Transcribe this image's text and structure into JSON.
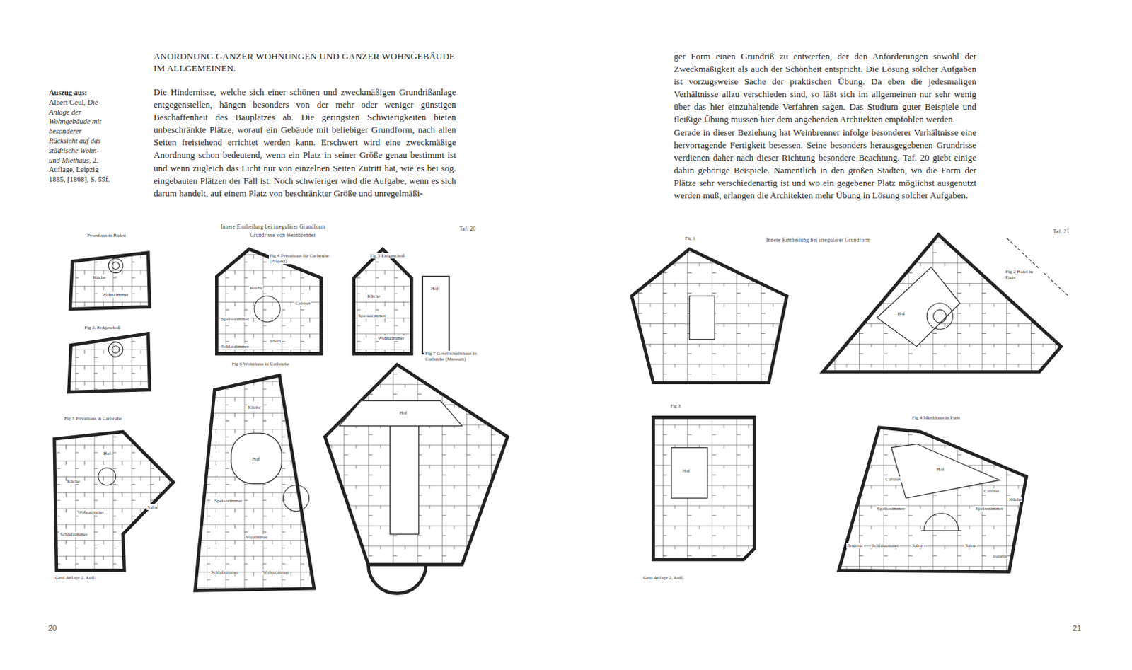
{
  "diagram": {
    "title": "ANORDNUNG GANZER WOHNUNGEN UND GANZER WOHNGEBÄUDE IM ALLGEMEINEN.",
    "labels": [
      "Auszug aus:",
      "Albert Geul,",
      "Die Anlage der Wohngebäude mit besonderer Rücksicht auf das städtische Wohn- und Miethaus",
      ", 2. Auflage, Leipzig 1885, [1868], S. 59f.",
      "Die Hindernisse, welche sich einer schönen und zweckmäßigen Grundrißanlage entgegenstellen, hängen besonders von der mehr oder weniger günstigen Beschaffenheit des Bauplatzes ab. Die geringsten Schwierigkeiten bieten unbeschränkte Plätze, worauf ein Gebäude mit beliebiger Grundform, nach allen Seiten freistehend errichtet werden kann. Erschwert wird eine zweckmäßige Anordnung schon bedeutend, wenn ein Platz in seiner Größe genau bestimmt ist und wenn zugleich das Licht nur von einzelnen Seiten Zutritt hat, wie es bei sog. eingebauten Plätzen der Fall ist. Noch schwieriger wird die Aufgabe, wenn es sich darum handelt, auf einem Platz von beschränkter Größe und unregelmäßi-",
      "ger Form einen Grundriß zu entwerfen, der den Anforderungen sowohl der Zweckmäßigkeit als auch der Schönheit entspricht. Die Lösung solcher Aufgaben ist vorzugsweise Sache der praktischen Übung. Da eben die jedesmaligen Verhältnisse allzu verschieden sind, so läßt sich im allgemeinen nur sehr wenig über das hier einzuhaltende Verfahren sagen. Das Studium guter Beispiele und fleißige Übung müssen hier dem angehenden Architekten empfohlen werden.",
      "Gerade in dieser Beziehung hat Weinbrenner infolge besonderer Verhältnisse eine hervorragende Fertigkeit besessen. Seine besonders herausgegebenen Grundrisse verdienen daher nach dieser Richtung besondere Beachtung. Taf. 20 giebt einige dahin gehörige Beispiele. Namentlich in den großen Städten, wo die Form der Plätze sehr verschiedenartig ist und wo ein gegebener Platz möglichst ausgenutzt werden muß, erlangen die Architekten mehr Übung in Lösung solcher Aufgaben.",
      "Innere Eintheilung bei irregulärer Grundform",
      "Grundrisse von Weinbrenner",
      "Taf. 20",
      "Proeshaus in Baden",
      "Küche",
      "Wohnzimmer",
      "Fig 2. Erdgeschoß",
      "Fig 3 Privathaus in Carlsruhe",
      "Hof",
      "Küche",
      "Wohnzimmer",
      "Salon",
      "Schlafzimmer",
      "Fig 4 Privathaus für Carlsruhe (Projekt)",
      "Fig 5 Erdgeschoß",
      "Küche",
      "Speisezimmer",
      "Cabinet",
      "Salon",
      "Schlafzimmer",
      "Küche",
      "Speisezimmer",
      "Wohnzimmer",
      "Hof",
      "Fig 6 Wohnhaus in Carlsruhe",
      "Küche",
      "Hof",
      "Speisezimmer",
      "Vorzimmer",
      "Schlafzimmer",
      "Wohnzimmer",
      "Fig 7 Gesellschaftshaus in Carlsruhe (Museum)",
      "Hof",
      "Geul Anlage 2. Aufl.",
      "Innere Eintheilung bei irregulärer Grundform",
      "Taf. 21",
      "Fig 1",
      "Fig 2 Hotel in Paris",
      "Hof",
      "Fig 3",
      "Hof",
      "Fig 4 Miethhaus in Paris",
      "Hof",
      "Cabinet",
      "Cabinet",
      "Speisezimmer",
      "Speisezimmer",
      "Küche",
      "Boudoir",
      "Schlafzimmer",
      "Salon",
      "Salon",
      "Toilette",
      "Geul Anlage 2. Aufl.",
      "20",
      "21"
    ]
  }
}
